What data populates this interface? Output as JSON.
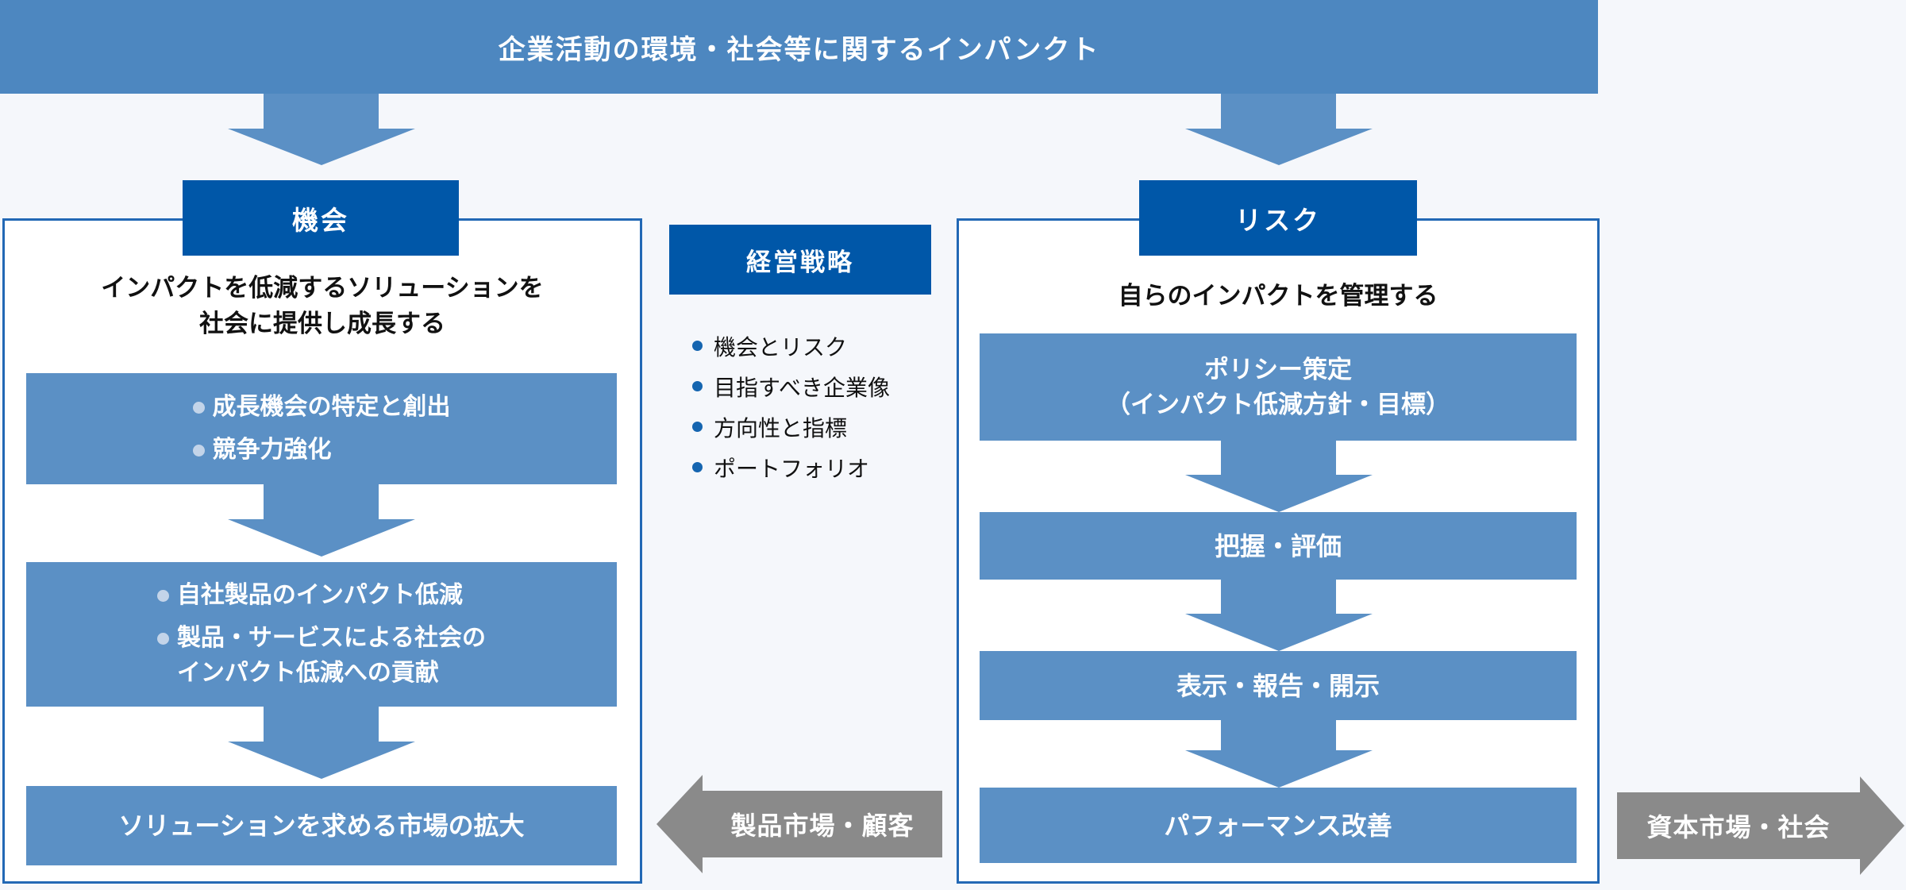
{
  "banner": {
    "title": "企業活動の環境・社会等に関するインパンクト"
  },
  "opportunity": {
    "header": "機会",
    "subtitle_line1": "インパクトを低減するソリューションを",
    "subtitle_line2": "社会に提供し成長する",
    "step1_bullets": [
      "成長機会の特定と創出",
      "競争力強化"
    ],
    "step2_bullet1": "自社製品のインパクト低減",
    "step2_bullet2_line1": "製品・サービスによる社会の",
    "step2_bullet2_line2": "インパクト低減への貢献",
    "outcome": "ソリューションを求める市場の拡大"
  },
  "strategy": {
    "header": "経営戦略",
    "items": [
      "機会とリスク",
      "目指すべき企業像",
      "方向性と指標",
      "ポートフォリオ"
    ]
  },
  "risk": {
    "header": "リスク",
    "subtitle": "自らのインパクトを管理する",
    "step1_line1": "ポリシー策定",
    "step1_line2": "（インパクト低減方針・目標）",
    "step2": "把握・評価",
    "step3": "表示・報告・開示",
    "step4": "パフォーマンス改善"
  },
  "market_arrows": {
    "left_label": "製品市場・顧客",
    "right_label": "資本市場・社会"
  },
  "colors": {
    "banner_blue": "#4d87c0",
    "flow_blue": "#5b90c5",
    "dark_blue": "#0057a8",
    "panel_border": "#2268b5",
    "gray_arrow": "#8a8a8a",
    "background": "#f5f7fb"
  }
}
